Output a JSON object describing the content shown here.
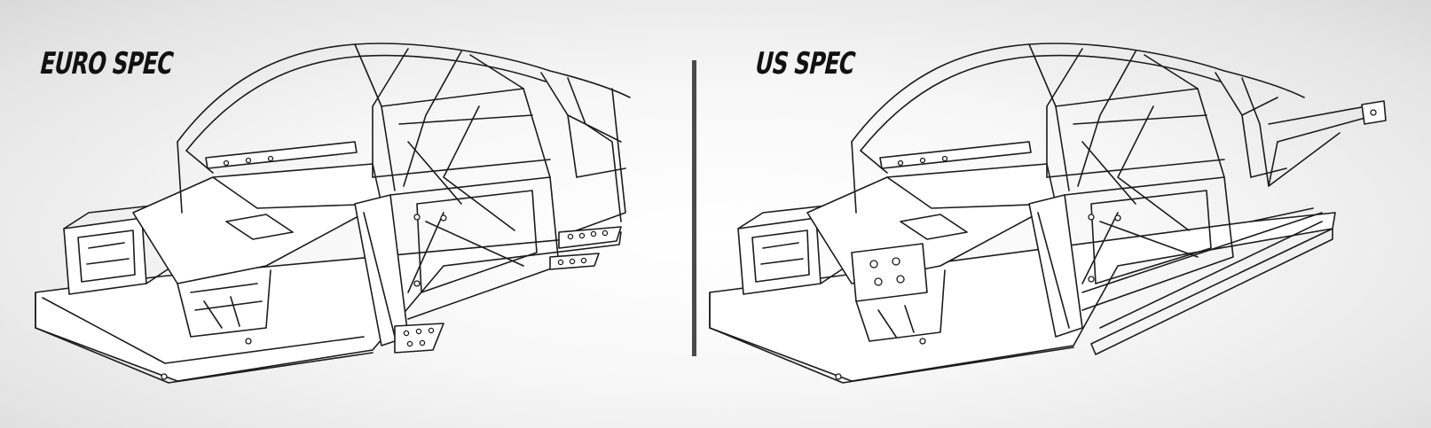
{
  "left_panel": {
    "label": "EURO SPEC",
    "drawing": "chassis-line-drawing"
  },
  "right_panel": {
    "label": "US SPEC",
    "drawing": "chassis-line-drawing"
  },
  "colors": {
    "ink": "#1c1c1c",
    "divider": "#4a4a4a",
    "background": "#f4f4f4"
  }
}
